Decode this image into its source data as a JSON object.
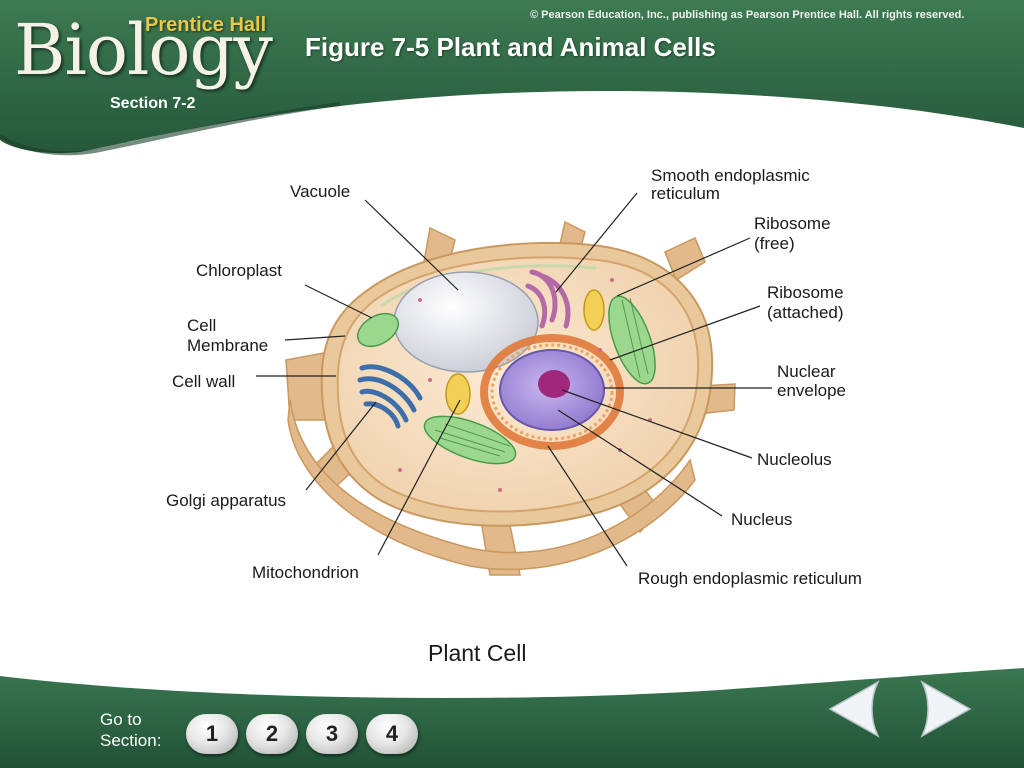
{
  "header": {
    "logo_main": "Biology",
    "logo_sub": "Prentice Hall",
    "copyright": "© Pearson Education, Inc., publishing as Pearson Prentice Hall. All rights reserved.",
    "figure_title": "Figure 7-5 Plant and Animal Cells",
    "section": "Section 7-2"
  },
  "diagram": {
    "caption": "Plant Cell",
    "labels": {
      "vacuole": "Vacuole",
      "chloroplast": "Chloroplast",
      "cell_membrane_1": "Cell",
      "cell_membrane_2": "Membrane",
      "cell_wall": "Cell wall",
      "golgi": "Golgi apparatus",
      "mitochondrion": "Mitochondrion",
      "smooth_er_1": "Smooth endoplasmic",
      "smooth_er_2": "reticulum",
      "ribosome_free_1": "Ribosome",
      "ribosome_free_2": "(free)",
      "ribosome_attached_1": "Ribosome",
      "ribosome_attached_2": "(attached)",
      "nuclear_envelope_1": "Nuclear",
      "nuclear_envelope_2": "envelope",
      "nucleolus": "Nucleolus",
      "nucleus": "Nucleus",
      "rough_er": "Rough endoplasmic reticulum"
    }
  },
  "footer": {
    "goto_line1": "Go to",
    "goto_line2": "Section:",
    "buttons": [
      "1",
      "2",
      "3",
      "4"
    ],
    "prev_icon": "left-arrow-icon",
    "next_icon": "right-arrow-icon"
  },
  "colors": {
    "banner_green": "#2f6a45",
    "banner_dark": "#1f4d31",
    "cell_wall": "#e9c99b",
    "cytoplasm": "#f6e3c8",
    "chloroplast": "#8fd08a",
    "nucleus": "#a58fd8",
    "nucleolus": "#a0287a"
  }
}
